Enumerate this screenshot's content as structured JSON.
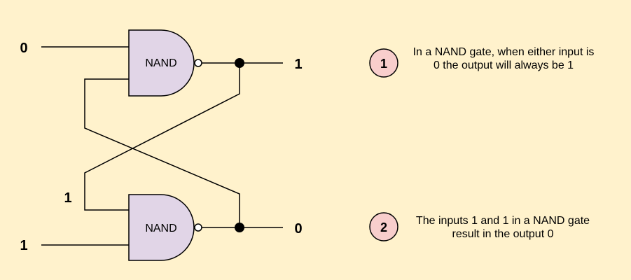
{
  "latch": {
    "top_gate_label": "NAND",
    "bottom_gate_label": "NAND",
    "top_input": "0",
    "bottom_input": "1",
    "top_output": "1",
    "bottom_output": "0",
    "feedback_input": "1"
  },
  "notes": [
    {
      "number": "1",
      "text": "In a NAND gate, when either input is 0 the output will always be 1"
    },
    {
      "number": "2",
      "text": "The inputs 1 and 1 in a NAND gate result in the output 0"
    }
  ],
  "colors": {
    "background": "#fff2cc",
    "gate_fill": "#e1d5e7",
    "badge_fill": "#f8cecc",
    "stroke": "#000000"
  }
}
